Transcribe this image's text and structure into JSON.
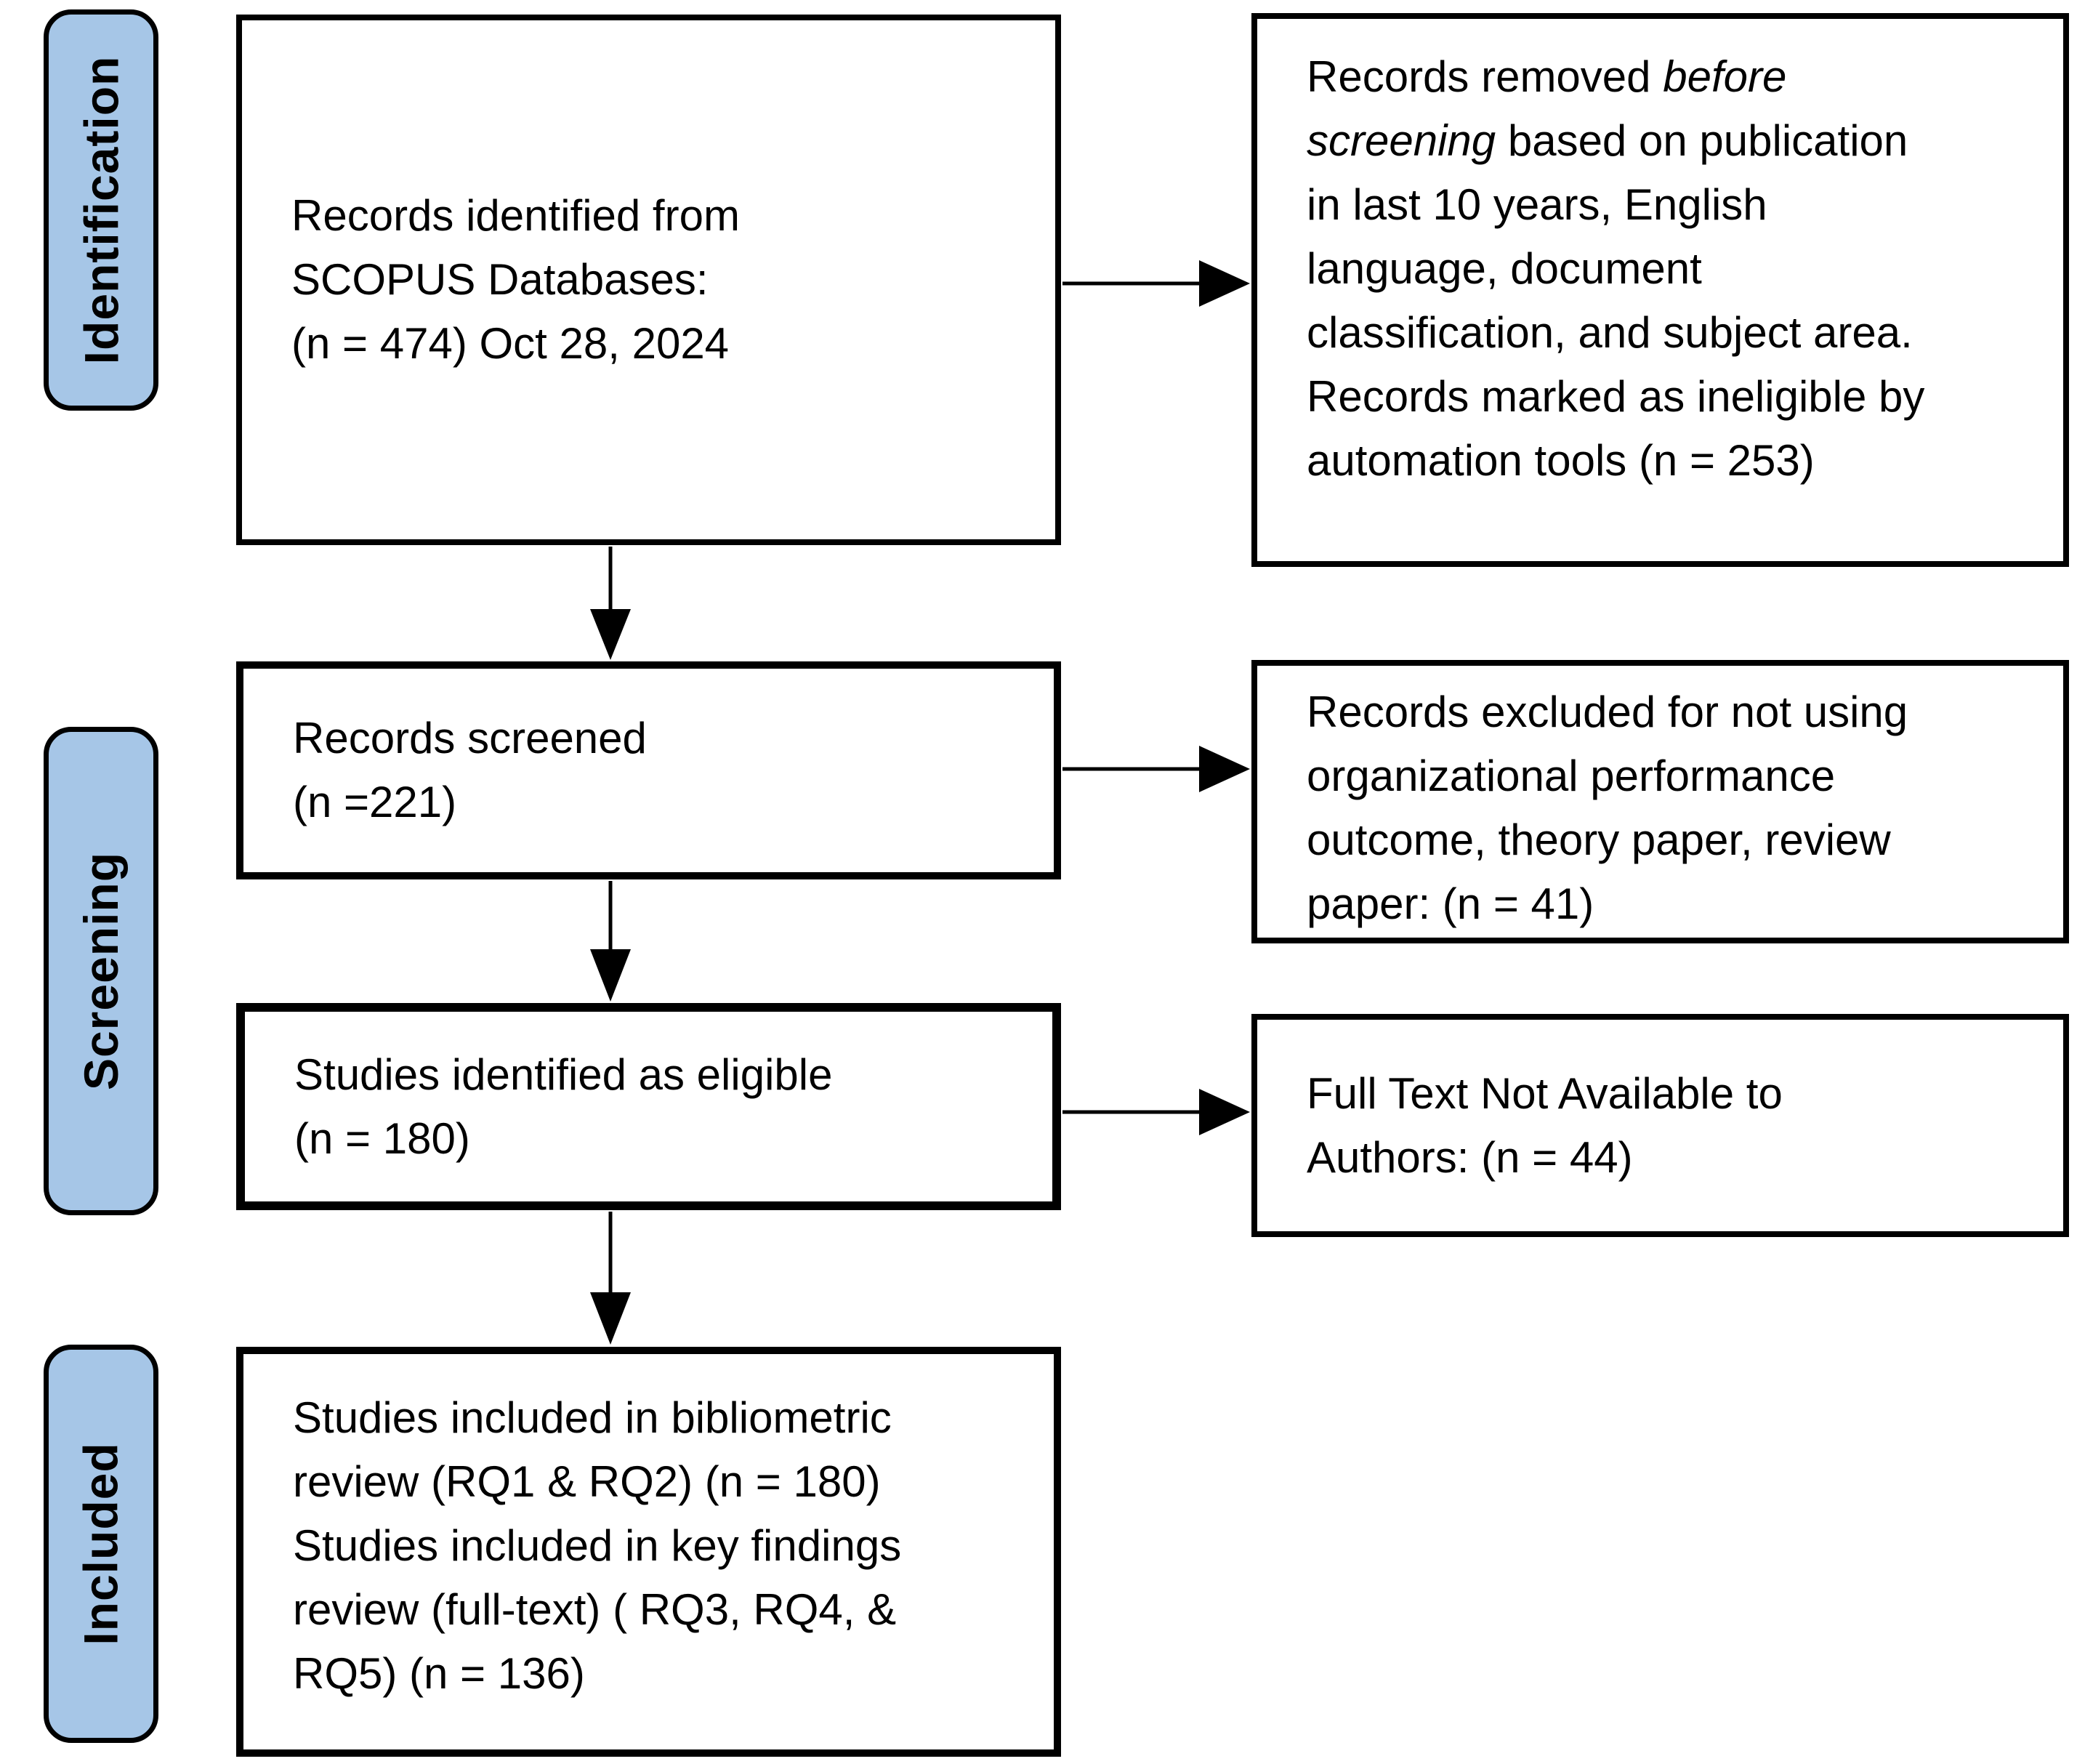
{
  "figure": {
    "type": "prisma-flow-diagram",
    "stages": [
      {
        "label": "Identification"
      },
      {
        "label": "Screening"
      },
      {
        "label": "Included"
      }
    ],
    "main_boxes": [
      {
        "name": "records-identified",
        "text": "Records identified from\nSCOPUS Databases:\n(n = 474) Oct 28, 2024"
      },
      {
        "name": "records-screened",
        "text": "Records screened\n(n =221)"
      },
      {
        "name": "studies-eligible",
        "text": "Studies identified as eligible\n(n = 180)"
      },
      {
        "name": "studies-included",
        "para1": "Studies included in bibliometric\nreview (RQ1 & RQ2) (n = 180)",
        "para2": "Studies included in key findings\nreview (full-text) ( RQ3, RQ4, &\nRQ5) (n = 136)"
      }
    ],
    "side_boxes": [
      {
        "name": "records-removed-before-screening",
        "para1_pre": "Records removed ",
        "para1_italic": "before\nscreening",
        "para1_post": " based on publication\nin last 10 years, English\nlanguage, document\nclassification, and subject area.",
        "para2": "Records marked as ineligible by\nautomation tools (n = 253)"
      },
      {
        "name": "records-excluded",
        "text": "Records excluded for not using\norganizational performance\noutcome, theory paper, review\npaper: (n = 41)"
      },
      {
        "name": "full-text-not-available",
        "text": "Full Text Not Available to\nAuthors: (n = 44)"
      }
    ],
    "colors": {
      "stage_fill": "#A6C6E7",
      "stage_border": "#000000",
      "box_border": "#000000",
      "background": "#FFFFFF"
    }
  }
}
